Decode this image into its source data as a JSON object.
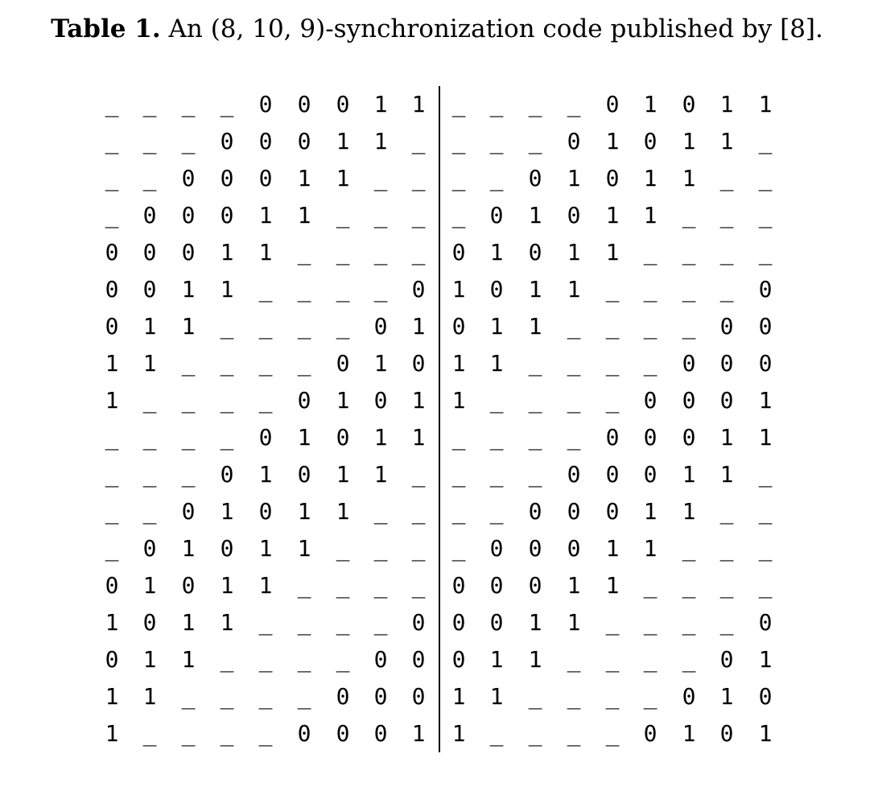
{
  "caption": {
    "label": "Table 1.",
    "text": "An (8, 10, 9)-synchronization code published by [8]."
  },
  "table": {
    "left": [
      [
        "_",
        "_",
        "_",
        "_",
        "0",
        "0",
        "0",
        "1",
        "1"
      ],
      [
        "_",
        "_",
        "_",
        "0",
        "0",
        "0",
        "1",
        "1",
        "_"
      ],
      [
        "_",
        "_",
        "0",
        "0",
        "0",
        "1",
        "1",
        "_",
        "_"
      ],
      [
        "_",
        "0",
        "0",
        "0",
        "1",
        "1",
        "_",
        "_",
        "_"
      ],
      [
        "0",
        "0",
        "0",
        "1",
        "1",
        "_",
        "_",
        "_",
        "_"
      ],
      [
        "0",
        "0",
        "1",
        "1",
        "_",
        "_",
        "_",
        "_",
        "0"
      ],
      [
        "0",
        "1",
        "1",
        "_",
        "_",
        "_",
        "_",
        "0",
        "1"
      ],
      [
        "1",
        "1",
        "_",
        "_",
        "_",
        "_",
        "0",
        "1",
        "0"
      ],
      [
        "1",
        "_",
        "_",
        "_",
        "_",
        "0",
        "1",
        "0",
        "1"
      ],
      [
        "_",
        "_",
        "_",
        "_",
        "0",
        "1",
        "0",
        "1",
        "1"
      ],
      [
        "_",
        "_",
        "_",
        "0",
        "1",
        "0",
        "1",
        "1",
        "_"
      ],
      [
        "_",
        "_",
        "0",
        "1",
        "0",
        "1",
        "1",
        "_",
        "_"
      ],
      [
        "_",
        "0",
        "1",
        "0",
        "1",
        "1",
        "_",
        "_",
        "_"
      ],
      [
        "0",
        "1",
        "0",
        "1",
        "1",
        "_",
        "_",
        "_",
        "_"
      ],
      [
        "1",
        "0",
        "1",
        "1",
        "_",
        "_",
        "_",
        "_",
        "0"
      ],
      [
        "0",
        "1",
        "1",
        "_",
        "_",
        "_",
        "_",
        "0",
        "0"
      ],
      [
        "1",
        "1",
        "_",
        "_",
        "_",
        "_",
        "0",
        "0",
        "0"
      ],
      [
        "1",
        "_",
        "_",
        "_",
        "_",
        "0",
        "0",
        "0",
        "1"
      ]
    ],
    "right": [
      [
        "_",
        "_",
        "_",
        "_",
        "0",
        "1",
        "0",
        "1",
        "1"
      ],
      [
        "_",
        "_",
        "_",
        "0",
        "1",
        "0",
        "1",
        "1",
        "_"
      ],
      [
        "_",
        "_",
        "0",
        "1",
        "0",
        "1",
        "1",
        "_",
        "_"
      ],
      [
        "_",
        "0",
        "1",
        "0",
        "1",
        "1",
        "_",
        "_",
        "_"
      ],
      [
        "0",
        "1",
        "0",
        "1",
        "1",
        "_",
        "_",
        "_",
        "_"
      ],
      [
        "1",
        "0",
        "1",
        "1",
        "_",
        "_",
        "_",
        "_",
        "0"
      ],
      [
        "0",
        "1",
        "1",
        "_",
        "_",
        "_",
        "_",
        "0",
        "0"
      ],
      [
        "1",
        "1",
        "_",
        "_",
        "_",
        "_",
        "0",
        "0",
        "0"
      ],
      [
        "1",
        "_",
        "_",
        "_",
        "_",
        "0",
        "0",
        "0",
        "1"
      ],
      [
        "_",
        "_",
        "_",
        "_",
        "0",
        "0",
        "0",
        "1",
        "1"
      ],
      [
        "_",
        "_",
        "_",
        "0",
        "0",
        "0",
        "1",
        "1",
        "_"
      ],
      [
        "_",
        "_",
        "0",
        "0",
        "0",
        "1",
        "1",
        "_",
        "_"
      ],
      [
        "_",
        "0",
        "0",
        "0",
        "1",
        "1",
        "_",
        "_",
        "_"
      ],
      [
        "0",
        "0",
        "0",
        "1",
        "1",
        "_",
        "_",
        "_",
        "_"
      ],
      [
        "0",
        "0",
        "1",
        "1",
        "_",
        "_",
        "_",
        "_",
        "0"
      ],
      [
        "0",
        "1",
        "1",
        "_",
        "_",
        "_",
        "_",
        "0",
        "1"
      ],
      [
        "1",
        "1",
        "_",
        "_",
        "_",
        "_",
        "0",
        "1",
        "0"
      ],
      [
        "1",
        "_",
        "_",
        "_",
        "_",
        "0",
        "1",
        "0",
        "1"
      ]
    ]
  }
}
